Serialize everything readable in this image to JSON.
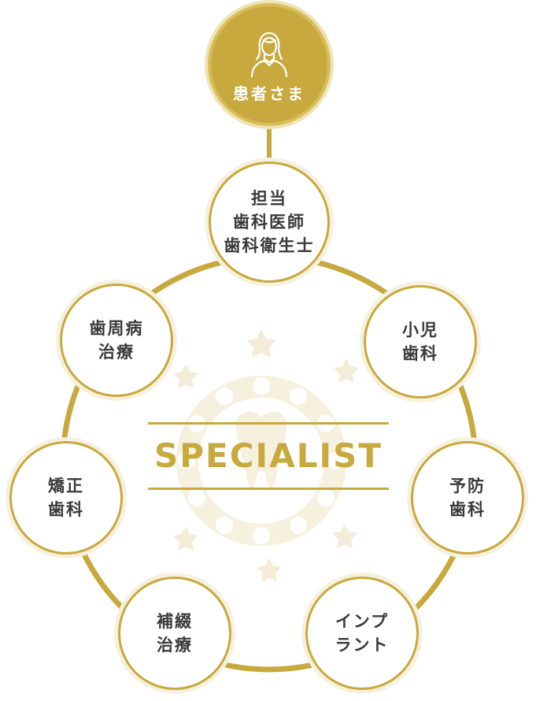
{
  "patient": {
    "label": "患者さま",
    "icon": "person-icon"
  },
  "center_label": "SPECIALIST",
  "specialties": [
    {
      "id": "doctor",
      "lines": [
        "担当",
        "歯科医師",
        "歯科衛生士"
      ]
    },
    {
      "id": "pediatric",
      "lines": [
        "小児",
        "歯科"
      ]
    },
    {
      "id": "preventive",
      "lines": [
        "予防",
        "歯科"
      ]
    },
    {
      "id": "implant",
      "lines": [
        "インプ",
        "ラント"
      ]
    },
    {
      "id": "prosthetic",
      "lines": [
        "補綴",
        "治療"
      ]
    },
    {
      "id": "orthodontic",
      "lines": [
        "矯正",
        "歯科"
      ]
    },
    {
      "id": "periodontal",
      "lines": [
        "歯周病",
        "治療"
      ]
    }
  ],
  "colors": {
    "gold": "#c8a93e",
    "gold_light": "#f6f1df",
    "text": "#3a3a3a",
    "watermark": "#f3ecd8"
  }
}
